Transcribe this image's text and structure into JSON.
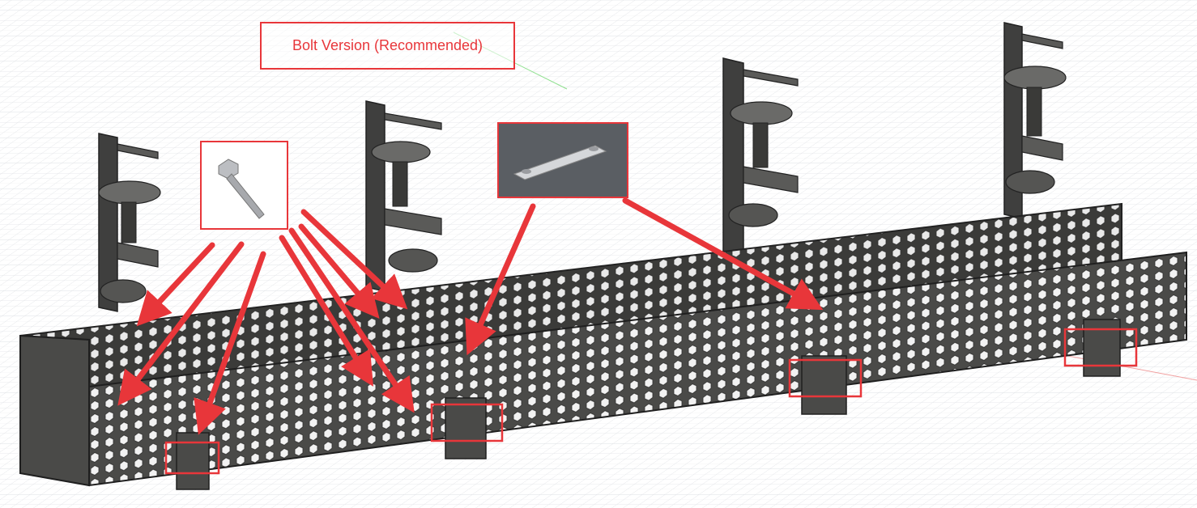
{
  "annotation": {
    "title": "Bolt Version (Recommended)",
    "color": "#e8363a"
  },
  "insets": [
    {
      "name": "bolt-inset",
      "icon": "hex-bolt-icon"
    },
    {
      "name": "connector-plate-inset",
      "icon": "connector-plate-icon"
    }
  ],
  "colors": {
    "tray": "#4a4a48",
    "tray_dark": "#2e2e2d",
    "grid": "#d9dce0",
    "highlight": "#e8363a"
  }
}
